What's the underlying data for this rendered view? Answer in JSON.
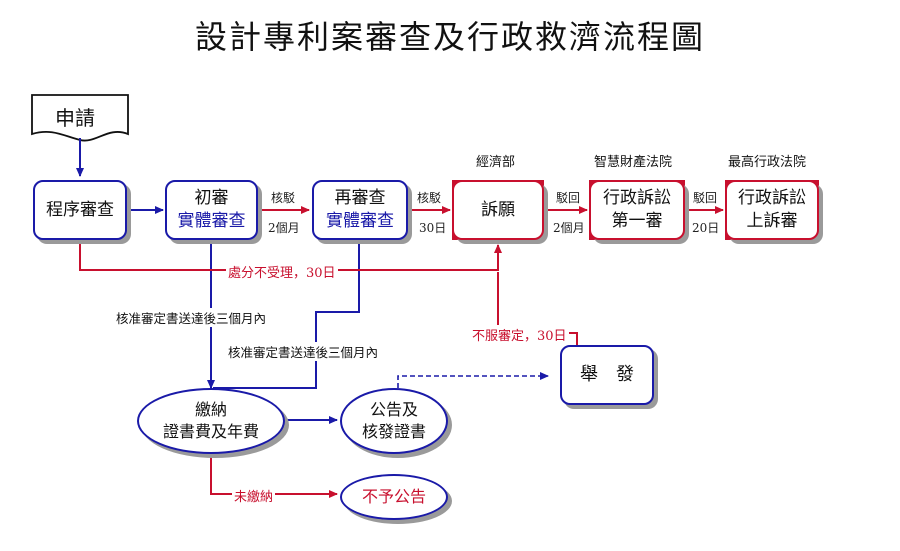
{
  "title": "設計專利案審查及行政救濟流程圖",
  "nodes": {
    "apply": "申請",
    "procedure": "程序審查",
    "first_l1": "初審",
    "first_l2": "實體審查",
    "re_l1": "再審查",
    "re_l2": "實體審查",
    "appeal": "訴願",
    "admin1_l1": "行政訴訟",
    "admin1_l2": "第一審",
    "admin2_l1": "行政訴訟",
    "admin2_l2": "上訴審",
    "report": "舉　發",
    "pay_l1": "繳納",
    "pay_l2": "證書費及年費",
    "announce_l1": "公告及",
    "announce_l2": "核發證書",
    "no_announce": "不予公告"
  },
  "courts": {
    "moea": "經濟部",
    "ip_court": "智慧財產法院",
    "supreme_admin": "最高行政法院"
  },
  "labels": {
    "reject1": "核駁",
    "months2_a": "2個月",
    "reject2": "核駁",
    "days30": "30日",
    "dismiss1": "駁回",
    "months2_b": "2個月",
    "dismiss2": "駁回",
    "days20": "20日",
    "not_accepted": "處分不受理，30日",
    "approve1": "核准審定書送達後三個月內",
    "approve2": "核准審定書送達後三個月內",
    "objection": "不服審定，30日",
    "unpaid": "未繳納"
  },
  "colors": {
    "blue": "#1a1aa8",
    "red": "#c8102e"
  }
}
